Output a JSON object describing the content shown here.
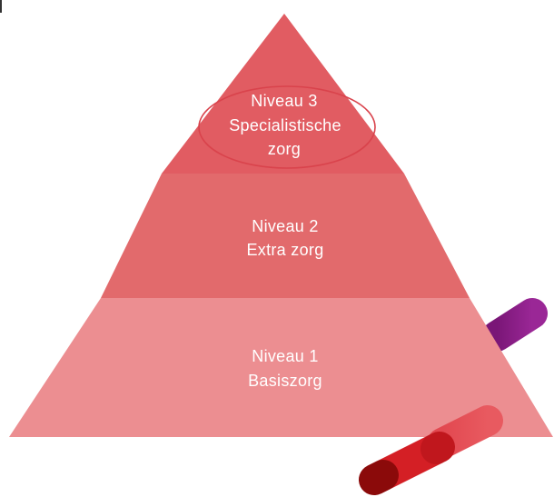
{
  "pyramid": {
    "levels": [
      {
        "line1": "Niveau 3",
        "line2": "Specialistische",
        "line3": "zorg",
        "color": "#E15C62"
      },
      {
        "line1": "Niveau 2",
        "line2": "Extra zorg",
        "color": "#E26A6C"
      },
      {
        "line1": "Niveau 1",
        "line2": "Basiszorg",
        "color": "#EC8E91"
      }
    ],
    "highlight": {
      "target": "Niveau 3",
      "stroke": "#D9434C"
    }
  },
  "decorations": {
    "purple_bar": {
      "color": "#8E1E8E"
    },
    "red_bar": {
      "dark": "#8B0A0A",
      "mid": "#D41F25",
      "light": "#E65057"
    }
  }
}
